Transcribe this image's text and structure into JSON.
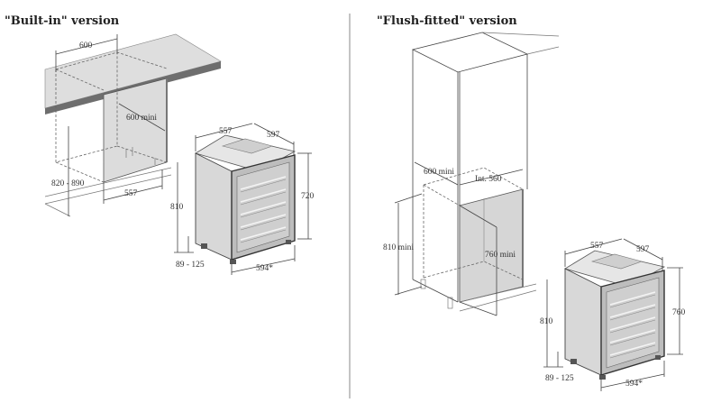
{
  "built_in": {
    "title": "\"Built-in\" version",
    "dims": {
      "niche_depth": "600",
      "panel_depth": "600 mini",
      "niche_height": "820 - 890",
      "niche_width": "557",
      "unit_width": "557",
      "unit_depth": "597",
      "unit_height_front": "720",
      "unit_height": "810",
      "feet": "89 - 125",
      "door_width": "594*"
    }
  },
  "flush_fitted": {
    "title": "\"Flush-fitted\" version",
    "dims": {
      "niche_depth": "600 mini",
      "niche_width": "Int. 560",
      "niche_height": "810 mini",
      "opening_height": "760 mini",
      "unit_width": "557",
      "unit_depth": "597",
      "unit_height_front": "760",
      "unit_height": "810",
      "feet": "89 - 125",
      "door_width": "594*"
    }
  },
  "colors": {
    "panel": "#dcdcdc",
    "edge": "#6e6e6e",
    "line": "#444444"
  }
}
